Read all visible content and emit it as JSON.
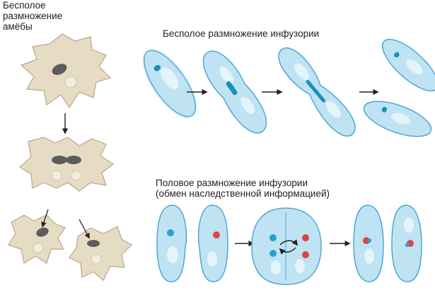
{
  "labels": {
    "amoeba_line1": "Бесполое",
    "amoeba_line2": "размножение",
    "amoeba_line3": "амёбы",
    "ciliate_asexual": "Бесполое размножение инфузории",
    "ciliate_sexual_line1": "Половое размножение инфузории",
    "ciliate_sexual_line2": "(обмен наследственной информацией)"
  },
  "colors": {
    "amoeba_fill": "#e6dcc4",
    "amoeba_edge": "#b7a988",
    "nucleus": "#5c5c5c",
    "ciliate_fill": "#bfe3f3",
    "ciliate_edge": "#4ea8d6",
    "ciliate_inner": "#e3f4fb",
    "macronucleus": "#1b8fbf",
    "nucleus_blue": "#2aa1c9",
    "nucleus_red": "#e0424a",
    "arrow": "#222222"
  }
}
